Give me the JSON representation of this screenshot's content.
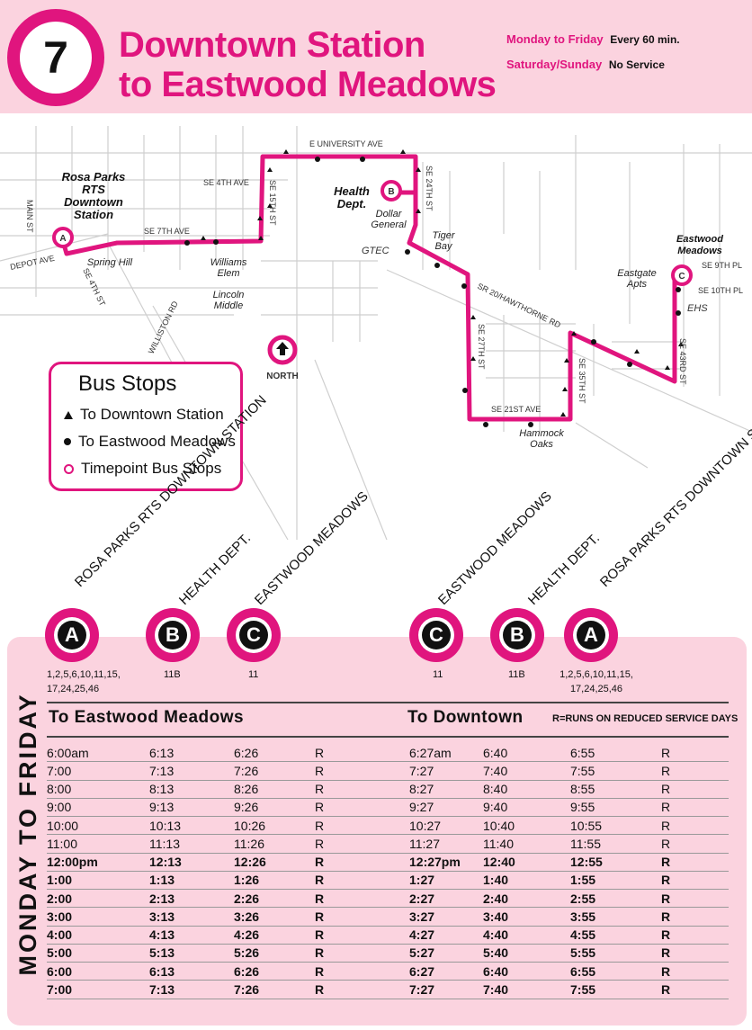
{
  "header": {
    "route_number": "7",
    "title_line1": "Downtown Station",
    "title_line2": "to Eastwood Meadows",
    "service": [
      {
        "label": "Monday to Friday",
        "value": "Every 60 min."
      },
      {
        "label": "Saturday/Sunday",
        "value": "No Service"
      }
    ]
  },
  "map": {
    "streets": [
      "E UNIVERSITY AVE",
      "SE 4TH AVE",
      "SE 15TH ST",
      "SE 7TH AVE",
      "SE 24TH ST",
      "MAIN ST",
      "DEPOT AVE",
      "SE 4TH ST",
      "WILLISTON RD",
      "SR 20/HAWTHORNE RD",
      "SE 27TH ST",
      "SE 21ST AVE",
      "SE 35TH ST",
      "SE 43RD ST",
      "SE 9TH PL",
      "SE 10TH PL"
    ],
    "places": [
      "Spring Hill",
      "Williams Elem",
      "Lincoln Middle",
      "Dollar General",
      "GTEC",
      "Tiger Bay",
      "Hammock Oaks",
      "Eastgate Apts",
      "EHS"
    ],
    "timepoints": [
      {
        "letter": "A",
        "name": "Rosa Parks RTS Downtown Station"
      },
      {
        "letter": "B",
        "name": "Health Dept."
      },
      {
        "letter": "C",
        "name": "Eastwood Meadows"
      }
    ],
    "north_label": "NORTH",
    "route_color": "#e0157e"
  },
  "legend": {
    "title": "Bus Stops",
    "items": [
      "To Downtown Station",
      "To Eastwood Meadows",
      "Timepoint Bus Stops"
    ]
  },
  "timepoint_headers": {
    "left": [
      {
        "letter": "A",
        "name": "ROSA PARKS RTS DOWNTOWN STATION",
        "routes": "1,2,5,6,10,11,15, 17,24,25,46"
      },
      {
        "letter": "B",
        "name": "HEALTH DEPT.",
        "routes": "11B"
      },
      {
        "letter": "C",
        "name": "EASTWOOD MEADOWS",
        "routes": "11"
      }
    ],
    "right": [
      {
        "letter": "C",
        "name": "EASTWOOD MEADOWS",
        "routes": "11"
      },
      {
        "letter": "B",
        "name": "HEALTH DEPT.",
        "routes": "11B"
      },
      {
        "letter": "A",
        "name": "ROSA PARKS RTS DOWNTOWN STATION",
        "routes": "1,2,5,6,10,11,15, 17,24,25,46"
      }
    ]
  },
  "schedule": {
    "day_label": "MONDAY TO FRIDAY",
    "outbound_label": "To Eastwood Meadows",
    "inbound_label": "To Downtown",
    "note": "R=RUNS ON REDUCED SERVICE DAYS",
    "rows": [
      [
        "6:00am",
        "6:13",
        "6:26",
        "R",
        "6:27am",
        "6:40",
        "6:55",
        "R"
      ],
      [
        "7:00",
        "7:13",
        "7:26",
        "R",
        "7:27",
        "7:40",
        "7:55",
        "R"
      ],
      [
        "8:00",
        "8:13",
        "8:26",
        "R",
        "8:27",
        "8:40",
        "8:55",
        "R"
      ],
      [
        "9:00",
        "9:13",
        "9:26",
        "R",
        "9:27",
        "9:40",
        "9:55",
        "R"
      ],
      [
        "10:00",
        "10:13",
        "10:26",
        "R",
        "10:27",
        "10:40",
        "10:55",
        "R"
      ],
      [
        "11:00",
        "11:13",
        "11:26",
        "R",
        "11:27",
        "11:40",
        "11:55",
        "R"
      ],
      [
        "12:00pm",
        "12:13",
        "12:26",
        "R",
        "12:27pm",
        "12:40",
        "12:55",
        "R"
      ],
      [
        "1:00",
        "1:13",
        "1:26",
        "R",
        "1:27",
        "1:40",
        "1:55",
        "R"
      ],
      [
        "2:00",
        "2:13",
        "2:26",
        "R",
        "2:27",
        "2:40",
        "2:55",
        "R"
      ],
      [
        "3:00",
        "3:13",
        "3:26",
        "R",
        "3:27",
        "3:40",
        "3:55",
        "R"
      ],
      [
        "4:00",
        "4:13",
        "4:26",
        "R",
        "4:27",
        "4:40",
        "4:55",
        "R"
      ],
      [
        "5:00",
        "5:13",
        "5:26",
        "R",
        "5:27",
        "5:40",
        "5:55",
        "R"
      ],
      [
        "6:00",
        "6:13",
        "6:26",
        "R",
        "6:27",
        "6:40",
        "6:55",
        "R"
      ],
      [
        "7:00",
        "7:13",
        "7:26",
        "R",
        "7:27",
        "7:40",
        "7:55",
        "R"
      ]
    ]
  }
}
